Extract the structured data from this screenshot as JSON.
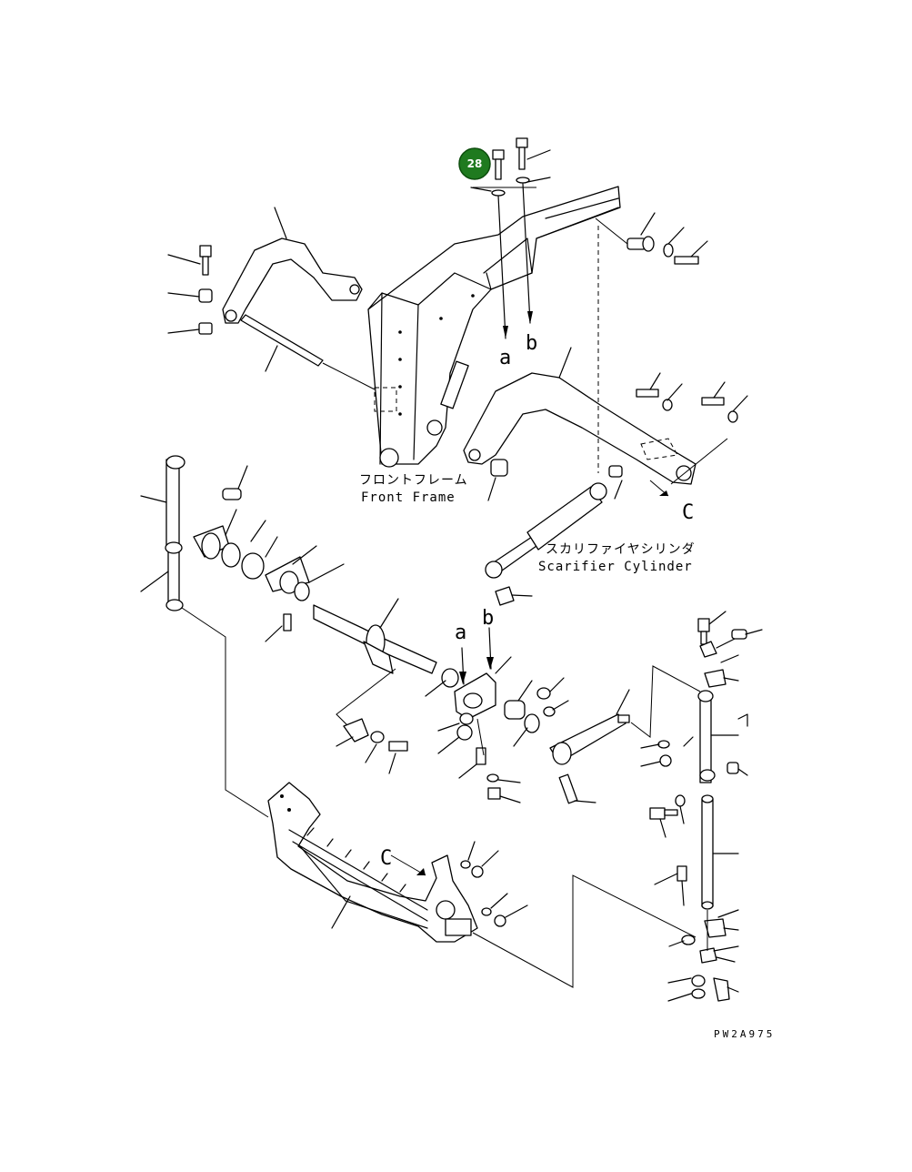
{
  "callout": {
    "number": "28",
    "color": "#1f7a1f"
  },
  "labels": {
    "front_frame_jp": "フロントフレーム",
    "front_frame_en": "Front Frame",
    "scarifier_cylinder_jp": "スカリファイヤシリンダ",
    "scarifier_cylinder_en": "Scarifier Cylinder",
    "ref_a": "a",
    "ref_b": "b",
    "ref_c": "C"
  },
  "drawing_code": "PW2A975"
}
